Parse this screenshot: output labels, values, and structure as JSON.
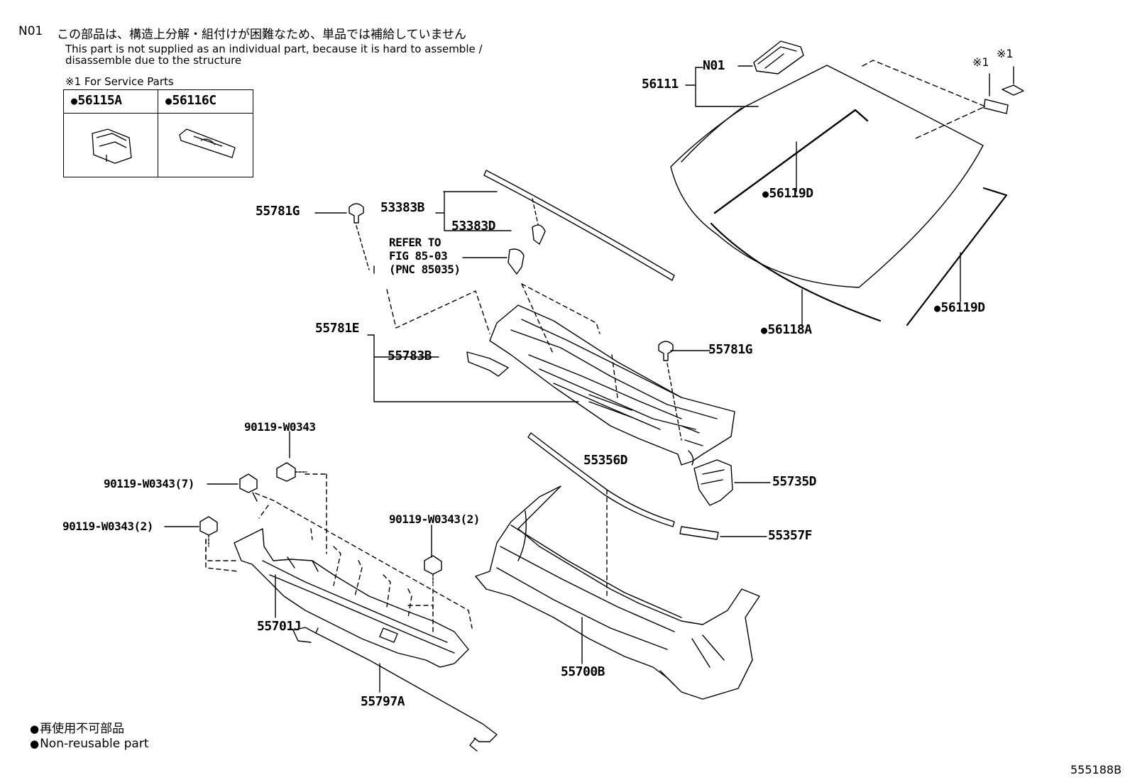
{
  "notes": {
    "n01_code": "N01",
    "n01_jp": "この部品は、構造上分解・組付けが困難なため、単品では補給していません",
    "n01_en_line1": "This part is not supplied as an individual part, because it is hard to assemble /",
    "n01_en_line2": "disassemble due to the structure",
    "service_parts_title": "※1 For Service Parts"
  },
  "service_parts": [
    {
      "part": "56115A"
    },
    {
      "part": "56116C"
    }
  ],
  "labels": {
    "p56111": "56111",
    "n01_tag": "N01",
    "mark1a": "※1",
    "mark1b": "※1",
    "p56119D_upper": "56119D",
    "p56119D_lower": "56119D",
    "p56118A": "56118A",
    "p55781G_left": "55781G",
    "p55781G_right": "55781G",
    "p53383B": "53383B",
    "p53383D": "53383D",
    "refer1": "REFER TO",
    "refer2": "FIG 85-03",
    "refer3": "(PNC 85035)",
    "p55781E": "55781E",
    "p55783B": "55783B",
    "bolt_top": "90119-W0343",
    "bolt_7": "90119-W0343(7)",
    "bolt_2_left": "90119-W0343(2)",
    "bolt_2_mid": "90119-W0343(2)",
    "p55356D": "55356D",
    "p55735D": "55735D",
    "p55357F": "55357F",
    "p55701J": "55701J",
    "p55700B": "55700B",
    "p55797A": "55797A"
  },
  "legend": {
    "jp": "再使用不可部品",
    "en": "Non-reusable part"
  },
  "figure_number": "555188B"
}
